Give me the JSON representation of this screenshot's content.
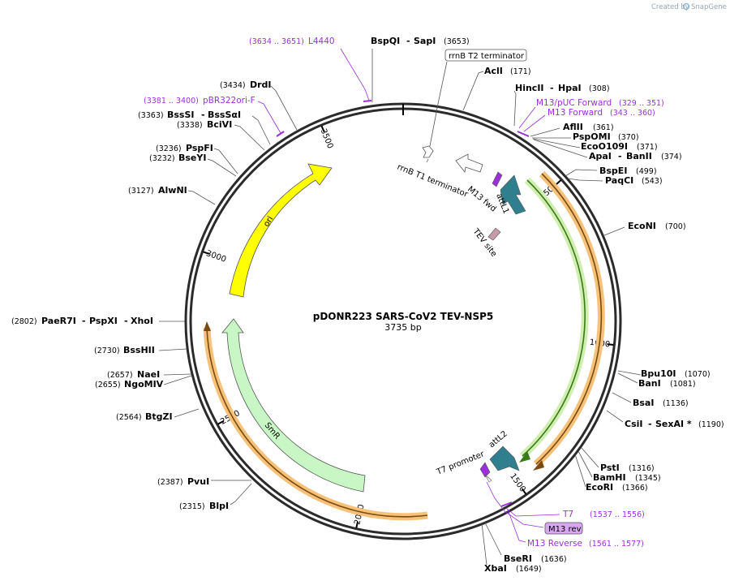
{
  "plasmid": {
    "name": "pDONR223 SARS-CoV2 TEV-NSP5",
    "length_label": "3735 bp",
    "length": 3735
  },
  "credit": {
    "text": "Created by",
    "brand": "SnapGene"
  },
  "ticks": [
    {
      "bp": 500,
      "label": "500"
    },
    {
      "bp": 1000,
      "label": "1000"
    },
    {
      "bp": 1500,
      "label": "1500"
    },
    {
      "bp": 2000,
      "label": "2000"
    },
    {
      "bp": 2500,
      "label": "2500"
    },
    {
      "bp": 3000,
      "label": "3000"
    },
    {
      "bp": 3500,
      "label": "3500"
    }
  ],
  "enzymes": {
    "bspqi": {
      "name": "BspQI",
      "sep": "-",
      "name2": "SapI",
      "pos": "(3653)"
    },
    "acli": {
      "name": "AclI",
      "pos": "(171)"
    },
    "hincii": {
      "name": "HincII",
      "sep": "-",
      "name2": "HpaI",
      "pos": "(308)"
    },
    "aflii": {
      "name": "AflII",
      "pos": "(361)"
    },
    "pspomi": {
      "name": "PspOMI",
      "pos": "(370)"
    },
    "ecoo109i": {
      "name": "EcoO109I",
      "pos": "(371)"
    },
    "apai": {
      "name": "ApaI",
      "sep": "-",
      "name2": "BanII",
      "pos": "(374)"
    },
    "bspei": {
      "name": "BspEI",
      "pos": "(499)"
    },
    "paqci": {
      "name": "PaqCI",
      "pos": "(543)"
    },
    "econi": {
      "name": "EcoNI",
      "pos": "(700)"
    },
    "bpu10i": {
      "name": "Bpu10I",
      "pos": "(1070)"
    },
    "bani": {
      "name": "BanI",
      "pos": "(1081)"
    },
    "bsai": {
      "name": "BsaI",
      "pos": "(1136)"
    },
    "csii": {
      "name": "CsiI",
      "sep": "-",
      "name2": "SexAI *",
      "pos": "(1190)"
    },
    "psti": {
      "name": "PstI",
      "pos": "(1316)"
    },
    "bamhi": {
      "name": "BamHI",
      "pos": "(1345)"
    },
    "ecori": {
      "name": "EcoRI",
      "pos": "(1366)"
    },
    "bseri": {
      "name": "BseRI",
      "pos": "(1636)"
    },
    "xbai": {
      "name": "XbaI",
      "pos": "(1649)"
    },
    "blpi": {
      "name": "BlpI",
      "pos": "(2315)"
    },
    "pvui": {
      "name": "PvuI",
      "pos": "(2387)"
    },
    "btgzi": {
      "name": "BtgZI",
      "pos": "(2564)"
    },
    "ngomiv": {
      "name": "NgoMIV",
      "pos": "(2655)"
    },
    "naei": {
      "name": "NaeI",
      "pos": "(2657)"
    },
    "bsshii": {
      "name": "BssHII",
      "pos": "(2730)"
    },
    "paer7i": {
      "name": "PaeR7I",
      "sep": "-",
      "name2": "PspXI",
      "sep2": "-",
      "name3": "XhoI",
      "pos": "(2802)"
    },
    "alwni": {
      "name": "AlwNI",
      "pos": "(3127)"
    },
    "bseyi": {
      "name": "BseYI",
      "pos": "(3232)"
    },
    "pspfi": {
      "name": "PspFI",
      "pos": "(3236)"
    },
    "bcivi": {
      "name": "BciVI",
      "pos": "(3338)"
    },
    "bsssi": {
      "name": "BssSI",
      "sep": "-",
      "name2": "BssSαI",
      "pos": "(3363)"
    },
    "drdi": {
      "name": "DrdI",
      "pos": "(3434)"
    }
  },
  "primers": {
    "l4440": {
      "name": "L4440",
      "pos": "(3634 .. 3651)"
    },
    "pbr322": {
      "name": "pBR322ori-F",
      "pos": "(3381 .. 3400)"
    },
    "m13puc": {
      "name": "M13/pUC Forward",
      "pos": "(329 .. 351)"
    },
    "m13fwd": {
      "name": "M13 Forward",
      "pos": "(343 .. 360)"
    },
    "t7": {
      "name": "T7",
      "pos": "(1537 .. 1556)"
    },
    "m13rev": {
      "name": "M13 rev"
    },
    "m13reverse": {
      "name": "M13 Reverse",
      "pos": "(1561 .. 1577)"
    }
  },
  "features": {
    "rrnb_t2": "rrnB T2 terminator",
    "rrnb_t1": "rrnB T1 terminator",
    "m13_fwd": "M13 fwd",
    "attl1": "attL1",
    "tev": "TEV site",
    "attl2": "attL2",
    "t7_promoter": "T7 promoter",
    "ori": "ori",
    "smr": "SmR"
  },
  "colors": {
    "backbone": "#2b2b2b",
    "ori": "#ffff00",
    "smr": "#c8f7c5",
    "att": "#2f7f8f",
    "primer": "#9b30d9",
    "tev": "#c89aa8",
    "orf_orange": "#f6c27a",
    "orf_green": "#cfeeb0"
  }
}
